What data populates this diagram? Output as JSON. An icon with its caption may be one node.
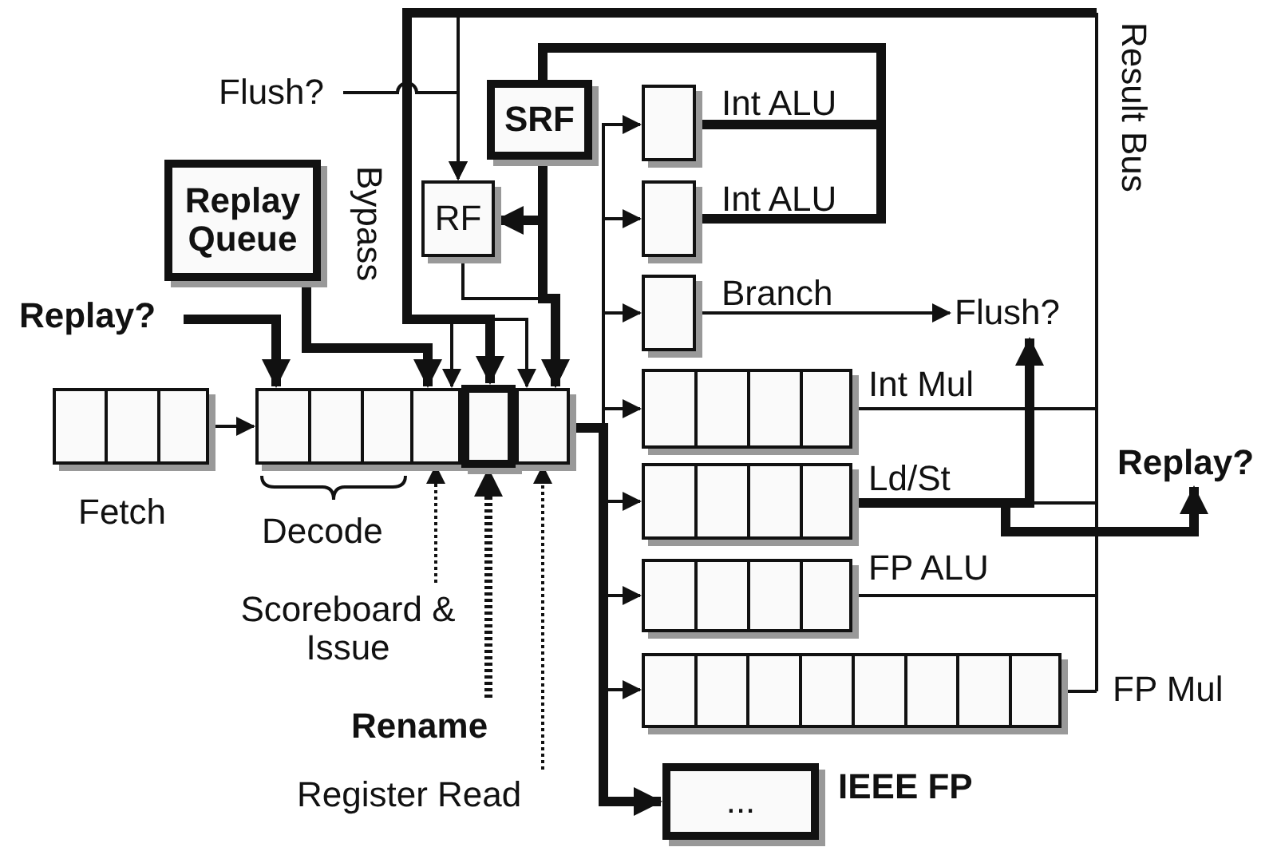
{
  "diagram": {
    "nodes": [
      {
        "text": [
          "Flush?"
        ]
      },
      {
        "text": [
          "SRF"
        ]
      },
      {
        "text": [
          "Replay Queue"
        ]
      },
      {
        "text": [
          "RF"
        ]
      },
      {
        "text": [],
        "shape": "box",
        "beside": [
          "Int ALU"
        ]
      },
      {
        "text": [],
        "shape": "box",
        "beside": [
          "Int ALU"
        ]
      },
      {
        "text": [],
        "shape": "box",
        "beside": [
          "Branch"
        ]
      },
      {
        "text": [
          "Flush?"
        ]
      },
      {
        "text": [
          "Replay?"
        ]
      },
      {
        "text": [],
        "shape": "box",
        "beside": [
          "Fetch"
        ]
      },
      {
        "text": [],
        "shape": "box",
        "beside": [
          "Decode"
        ]
      },
      {
        "text": [],
        "shape": "box"
      },
      {
        "text": [],
        "shape": "box"
      },
      {
        "text": [],
        "shape": "box"
      },
      {
        "text": [],
        "shape": "box",
        "beside": [
          "Int Mul"
        ]
      },
      {
        "text": [],
        "shape": "box",
        "beside": [
          "Ld/St"
        ]
      },
      {
        "text": [
          "Replay?"
        ]
      },
      {
        "text": [],
        "shape": "box",
        "beside": [
          "FP ALU"
        ]
      },
      {
        "text": [],
        "shape": "box"
      },
      {
        "text": [
          "..."
        ],
        "beside": [
          "IEEE FP"
        ]
      },
      {
        "text": [
          "Scoreboard & Issue"
        ]
      },
      {
        "text": [
          "Rename"
        ]
      },
      {
        "text": [
          "Register Read"
        ]
      },
      {
        "text": [],
        "shape": "bar",
        "beside": [
          "Result Bus"
        ]
      }
    ],
    "edges": [
      {
        "from": 0,
        "to": 3,
        "arrow": "to"
      },
      {
        "from": 1,
        "to": 3,
        "arrow": "to",
        "style": "thick"
      },
      {
        "from": 1,
        "to": 13,
        "arrow": "to",
        "style": "thick"
      },
      {
        "from": 3,
        "to": 13,
        "arrow": "to"
      },
      {
        "from": 4,
        "to": 1,
        "arrow": "none",
        "style": "thick"
      },
      {
        "from": 5,
        "to": 1,
        "arrow": "none",
        "style": "thick"
      },
      {
        "from": 8,
        "to": 10,
        "arrow": "to",
        "style": "thick"
      },
      {
        "from": 2,
        "to": 11,
        "arrow": "to",
        "style": "thick"
      },
      {
        "from": 9,
        "to": 10,
        "arrow": "to"
      },
      {
        "from": 13,
        "to": 4,
        "arrow": "to"
      },
      {
        "from": 13,
        "to": 5,
        "arrow": "to"
      },
      {
        "from": 13,
        "to": 6,
        "arrow": "to"
      },
      {
        "from": 13,
        "to": 14,
        "arrow": "to"
      },
      {
        "from": 13,
        "to": 15,
        "arrow": "to"
      },
      {
        "from": 13,
        "to": 17,
        "arrow": "to"
      },
      {
        "from": 13,
        "to": 18,
        "arrow": "to"
      },
      {
        "from": 13,
        "to": 19,
        "arrow": "to",
        "style": "thick"
      },
      {
        "from": 6,
        "to": 7,
        "arrow": "to"
      },
      {
        "from": 15,
        "to": 7,
        "arrow": "to",
        "style": "thick"
      },
      {
        "from": 15,
        "to": 16,
        "arrow": "to",
        "style": "thick"
      },
      {
        "from": 20,
        "to": 11,
        "arrow": "to",
        "style": "dashed"
      },
      {
        "from": 21,
        "to": 12,
        "arrow": "to",
        "style": "dashed"
      },
      {
        "from": 22,
        "to": 13,
        "arrow": "to",
        "style": "dashed"
      },
      {
        "from": 14,
        "to": 23,
        "arrow": "none"
      },
      {
        "from": 15,
        "to": 23,
        "arrow": "none"
      },
      {
        "from": 17,
        "to": 23,
        "arrow": "none"
      },
      {
        "from": 18,
        "to": 23,
        "arrow": "none"
      },
      {
        "from": 23,
        "to": 3,
        "arrow": "to"
      },
      {
        "from": 23,
        "to": 11,
        "arrow": "to"
      },
      {
        "from": 23,
        "to": 12,
        "arrow": "to",
        "style": "thick"
      },
      {
        "from": 23,
        "to": 13,
        "arrow": "to"
      }
    ],
    "labels": [
      "Bypass",
      "FP Mul"
    ]
  }
}
